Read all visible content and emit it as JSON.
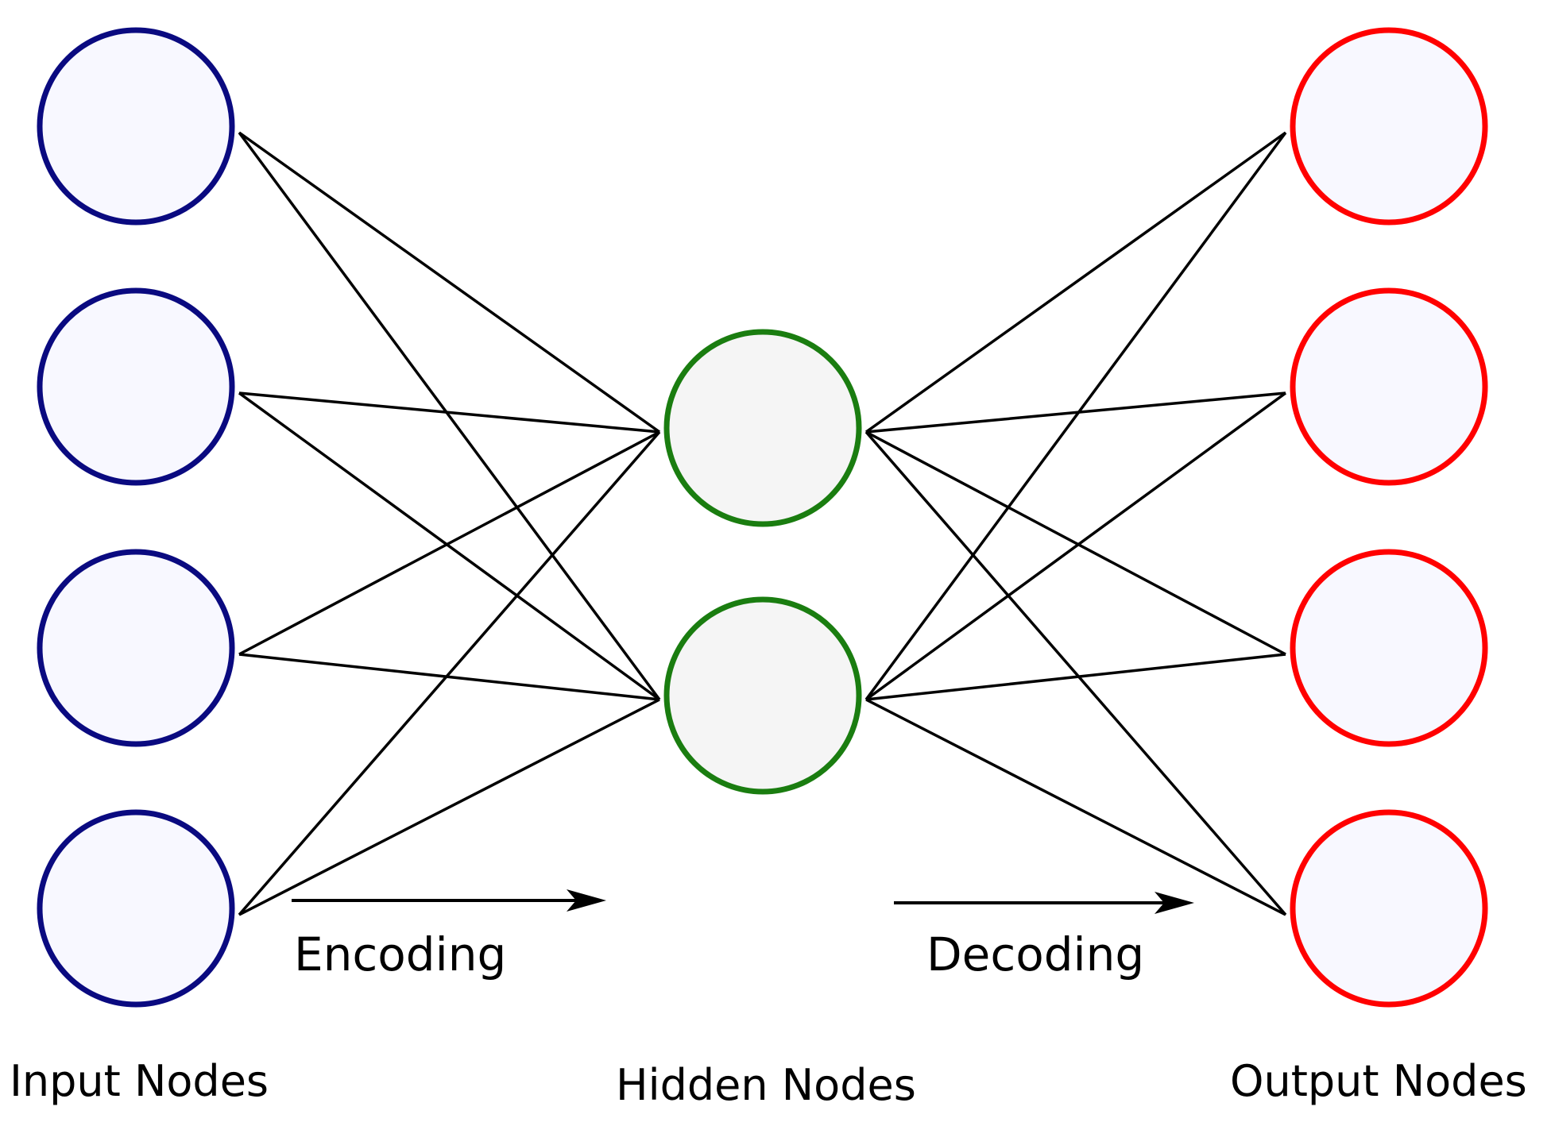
{
  "diagram": {
    "colors": {
      "input_stroke": "#0a0a80",
      "hidden_stroke": "#1a7d10",
      "output_stroke": "#ff0000",
      "node_fill_input_output": "#f8f8ff",
      "node_fill_hidden": "#f5f5f5",
      "edge": "#000000"
    },
    "labels": {
      "encoding": "Encoding",
      "decoding": "Decoding",
      "input_nodes": "Input Nodes",
      "hidden_nodes": "Hidden Nodes",
      "output_nodes": "Output Nodes"
    },
    "layers": [
      {
        "name": "input",
        "node_count": 4
      },
      {
        "name": "hidden",
        "node_count": 2
      },
      {
        "name": "output",
        "node_count": 4
      }
    ],
    "connectivity": "fully-connected"
  }
}
